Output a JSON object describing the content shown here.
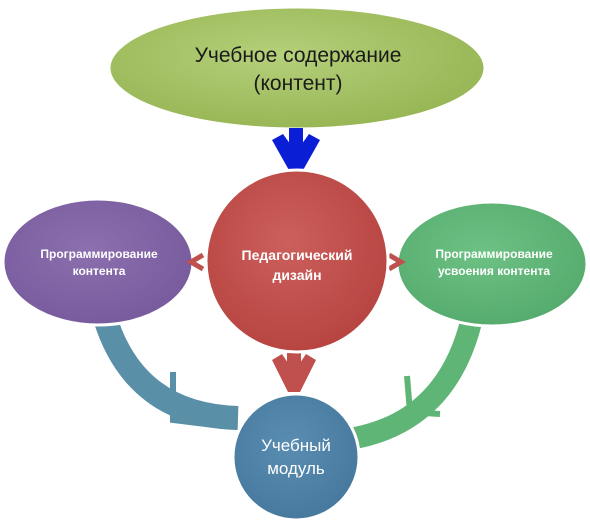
{
  "nodes": {
    "content": {
      "text": "Учебное содержание\n(контент)",
      "color": "#9bbb59"
    },
    "design": {
      "text": "Педагогический\nдизайн",
      "color": "#c0504d"
    },
    "prog_content": {
      "text": "Программирование\nконтента",
      "color": "#8064a2"
    },
    "prog_learning": {
      "text": "Программирование\nусвоения контента",
      "color": "#5fb576"
    },
    "module": {
      "text": "Учебный\nмодуль",
      "color": "#4f81a6"
    }
  },
  "connector_colors": {
    "content_to_design": "#0a1ed6",
    "design_arrows": "#c0504d",
    "left_arc": "#5a8fa8",
    "right_arc": "#5fb576"
  }
}
